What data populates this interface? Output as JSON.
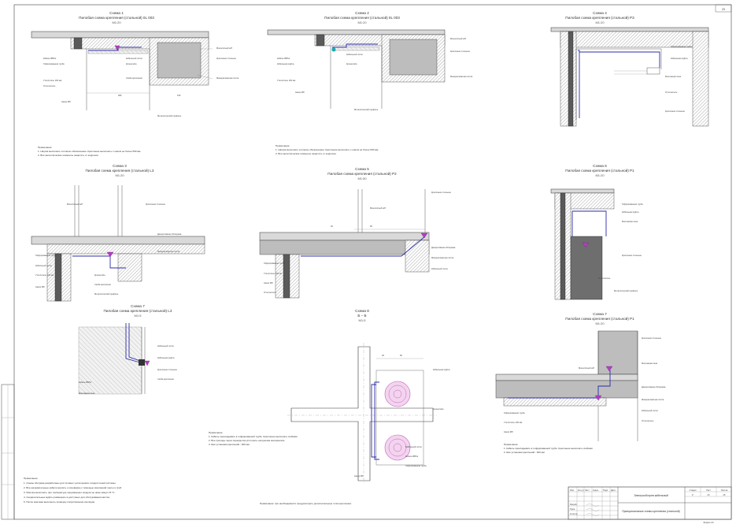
{
  "sheet": {
    "page_number": "23",
    "schemes": [
      {
        "title": "Схема 1",
        "subtitle": "Пилобая схема крепления (стальной) 0L 003",
        "scale": "М1:20"
      },
      {
        "title": "Схема 2",
        "subtitle": "Пилобая схема крепления (стальной) 0L 003",
        "scale": "М1:20"
      },
      {
        "title": "Схема 4",
        "subtitle": "Пилобая схема крепления (стальной) Р3",
        "scale": "М1:20"
      },
      {
        "title": "Схема 3",
        "subtitle": "Пилобая схема крепления (стальной) L3",
        "scale": "М1:20"
      },
      {
        "title": "Схема 5",
        "subtitle": "Пилобая схема крепления (стальной) Р2",
        "scale": "М1:50"
      },
      {
        "title": "Схема 6",
        "subtitle": "Пилобая схема крепления (стальной) Р1",
        "scale": "М1:20"
      },
      {
        "title": "Схема 7",
        "subtitle": "Пилобая схема крепления (стальной) L3",
        "scale": "М1:5"
      },
      {
        "title": "Схема 8",
        "subtitle": "Б – Б",
        "scale": "М1:5"
      },
      {
        "title": "Схема 7",
        "subtitle": "Пилобая схема крепления (стальной) Р1",
        "scale": "М1:20"
      }
    ],
    "labels": {
      "l1": "Кабельный лоток",
      "l2": "Крепление стальное",
      "l3": "Утеплитель 100 мм",
      "l4": "Монолитный ж/б",
      "l5": "Декоративная облицовка",
      "l6": "Кронштейн",
      "l7": "Анкер М8",
      "l8": "Кабель ВВГнг",
      "l9": "Гофрированная труба",
      "l10": "Минераловатная плита",
      "l11": "Монтажная пена",
      "l12": "Уплотнитель",
      "l13": "Скоба крепления",
      "l14": "Металлический профиль",
      "l15": "Кабельная муфта"
    },
    "dims": {
      "d1": "90",
      "d2": "150",
      "d3": "280",
      "d4": "40",
      "d5": "60"
    },
    "notes": {
      "n1_head": "Примечание:",
      "n1_1": "1. Нагрев выполнять согласно обозначению. Крепление выполнять с шагом не более 500 мм.",
      "n1_2": "2. Все металлические элементы защитить от коррозии.",
      "n2_head": "Примечание:",
      "n2_1": "1. Нагрев выполнять согласно обозначению. Крепление выполнять с шагом не более 500 мм.",
      "n2_2": "2. Все металлические элементы защитить от коррозии.",
      "n3_head": "Примечание:",
      "n3_1": "1. Кабель прокладывать в гофрированной трубе. Крепление выполнять скобами.",
      "n3_2": "2. Все проходы через перекрытия уплотнить негорючим материалом.",
      "n3_3": "3. Шаг установки креплений - 300 мм.",
      "n4_head": "Примечание:",
      "n4_1": "1. Кабель прокладывать в гофрированной трубе. Крепление выполнять скобами.",
      "n4_2": "2. Шаг установки креплений - 300 мм.",
      "main_head": "Примечание:",
      "main_1": "1. Схемы обогрева разработаны для типовых узлов кровли и водосточной системы.",
      "main_2": "2. Все нагревательные кабели крепить к основанию с помощью монтажной ленты и скоб.",
      "main_3": "3. Монтаж выполнять при температуре окружающего воздуха не ниже минус 15 °С.",
      "main_4": "4. Соединительные муфты размещать в доступных для обслуживания местах.",
      "main_5": "5. После монтажа выполнить проверку сопротивления изоляции.",
      "footer": "Примечание: при необходимости предусмотреть дополнительные точки крепления."
    },
    "title_block": {
      "t1": "Изм.",
      "t2": "Кол.уч",
      "t3": "Лист",
      "t4": "№док.",
      "t5": "Подп.",
      "t6": "Дата",
      "r1": "Разраб.",
      "r2": "Пров.",
      "r3": "Н.контр.",
      "desc1": "Электрообогрев кабельный",
      "desc2": "Принципиальные схемы крепления (стальной)",
      "c1": "Стадия",
      "c2": "Лист",
      "c3": "Листов",
      "v1": "Р",
      "v2": "23",
      "v3": "25",
      "format": "Формат А3"
    }
  }
}
